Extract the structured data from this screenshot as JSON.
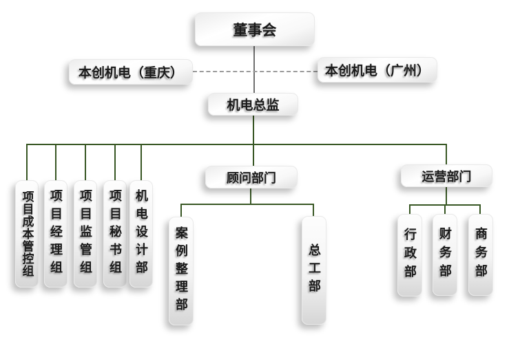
{
  "org": {
    "board": "董事会",
    "affiliate_left": "本创机电（重庆）",
    "affiliate_right": "本创机电（广州）",
    "director": "机电总监",
    "project_groups": [
      "项目成本管控组",
      "项目经理组",
      "项目监管组",
      "项目秘书组",
      "机电设计部"
    ],
    "advisory": {
      "label": "顾问部门",
      "children": [
        "案例整理部",
        "总工部"
      ]
    },
    "operations": {
      "label": "运营部门",
      "children": [
        "行政部",
        "财务部",
        "商务部"
      ]
    }
  },
  "colors": {
    "connector_tree": "#375623",
    "connector_top": "#6f6f6f",
    "connector_dashed": "#9b9b9b",
    "node_text": "#1a1a1a"
  }
}
